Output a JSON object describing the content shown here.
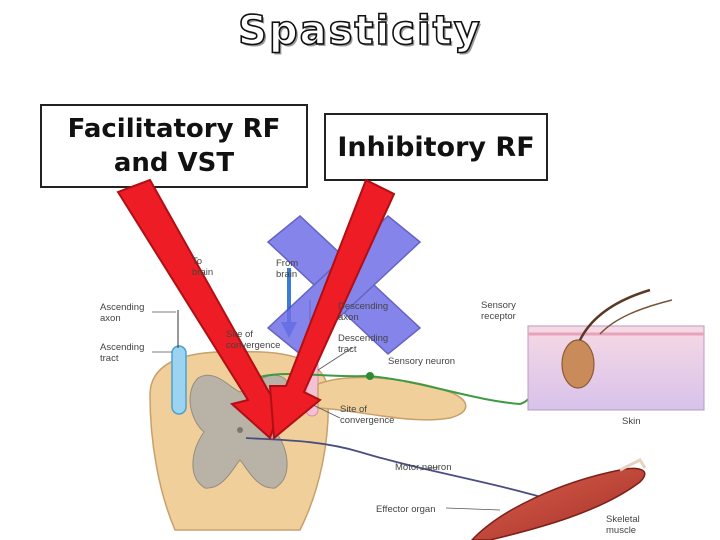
{
  "title": "Spasticity",
  "boxes": {
    "facilitatory": "Facilitatory  RF\nand VST",
    "inhibitory": "Inhibitory RF"
  },
  "labels": {
    "to_brain_1": "To",
    "to_brain_2": "brain",
    "from_brain_1": "From",
    "from_brain_2": "brain",
    "ascending_axon_1": "Ascending",
    "ascending_axon_2": "axon",
    "ascending_tract_1": "Ascending",
    "ascending_tract_2": "tract",
    "site_conv_top_1": "Site of",
    "site_conv_top_2": "convergence",
    "descending_axon_1": "Descending",
    "descending_axon_2": "axon",
    "descending_tract_1": "Descending",
    "descending_tract_2": "tract",
    "sensory_receptor_1": "Sensory",
    "sensory_receptor_2": "receptor",
    "sensory_neuron": "Sensory neuron",
    "site_conv_bottom_1": "Site of",
    "site_conv_bottom_2": "convergence",
    "skin": "Skin",
    "motor_neuron": "Motor neuron",
    "effector_organ": "Effector organ",
    "skeletal_muscle_1": "Skeletal",
    "skeletal_muscle_2": "muscle"
  },
  "colors": {
    "red_arrow": "#ee1c24",
    "blue_arrow": "#3a7bd5",
    "x_mark": "#6f6fe8",
    "x_mark_outline": "#4a4ab8"
  }
}
